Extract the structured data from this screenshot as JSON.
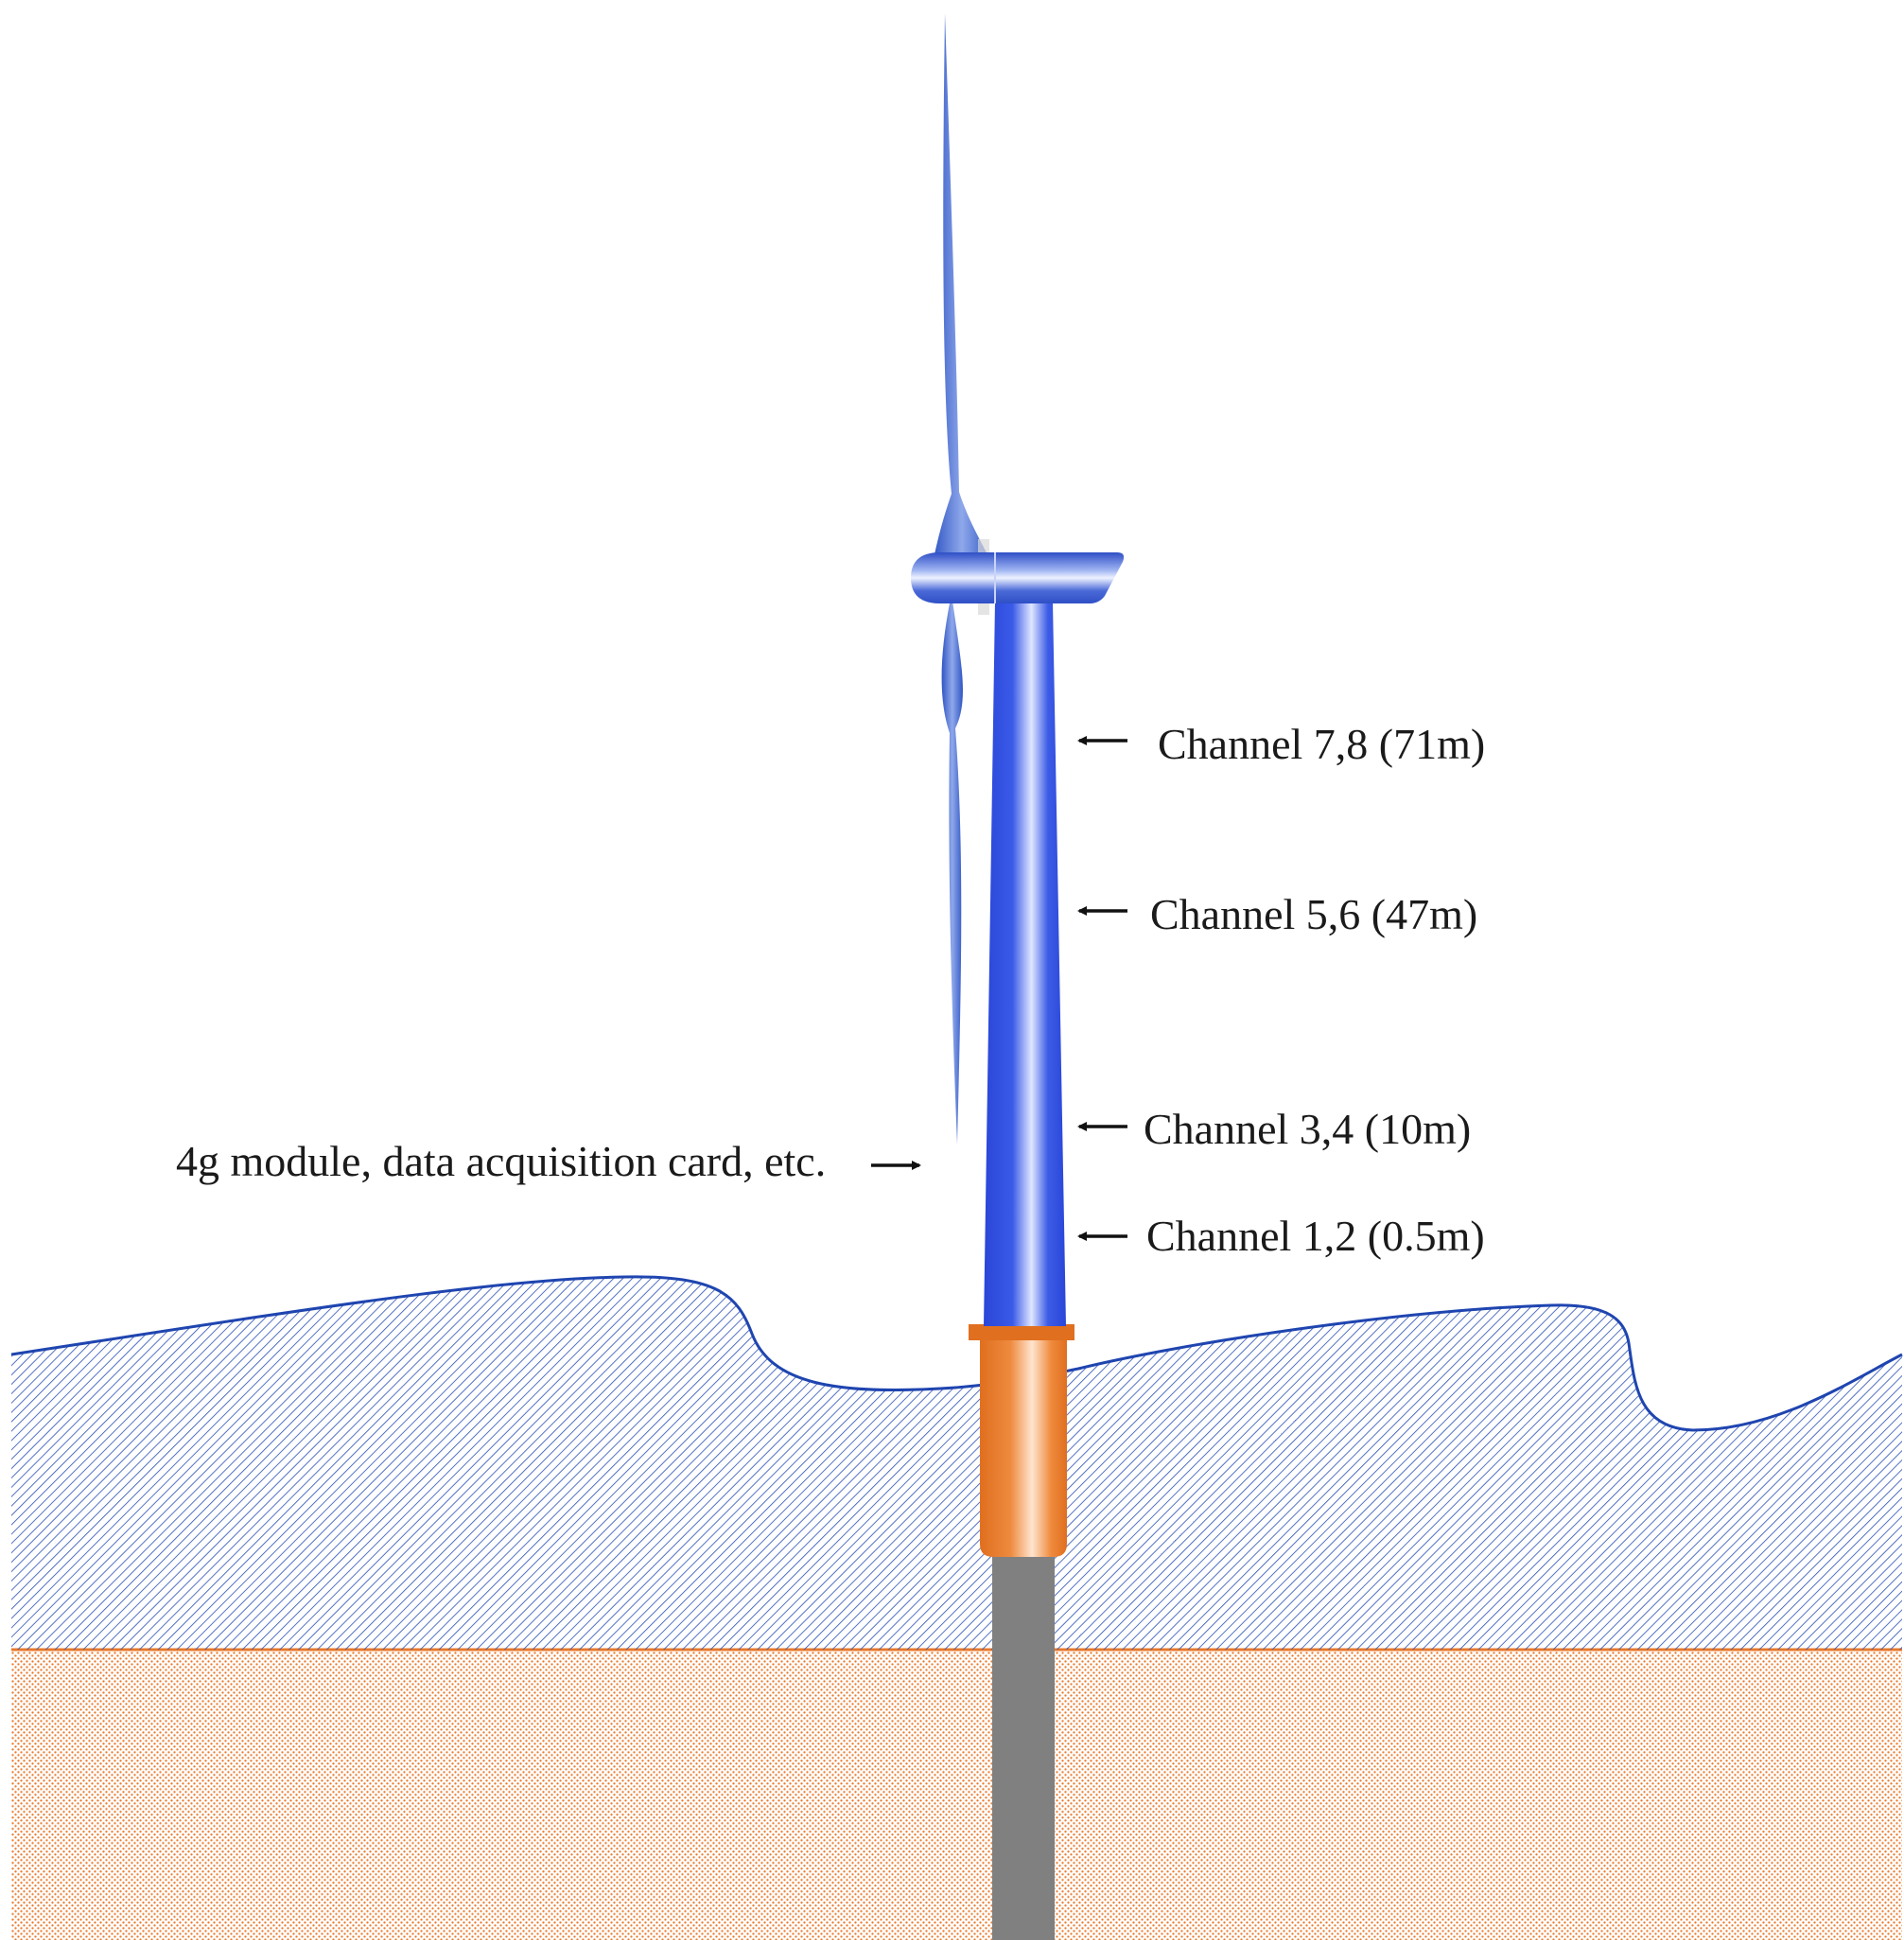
{
  "colors": {
    "background": "#ffffff",
    "water_hatch": "#2a4fb5",
    "water_outline": "#1f45b0",
    "seabed_dots": "#e8782a",
    "tower": "#2f4fe0",
    "transition_piece": "#ec7a2b",
    "monopile": "#808080",
    "blade": "#3a62c8"
  },
  "labels": {
    "channel_78": "Channel 7,8 (71m)",
    "channel_56": "Channel 5,6 (47m)",
    "channel_34": "Channel 3,4 (10m)",
    "channel_12": "Channel 1,2 (0.5m)",
    "module": "4g module, data acquisition card, etc."
  }
}
